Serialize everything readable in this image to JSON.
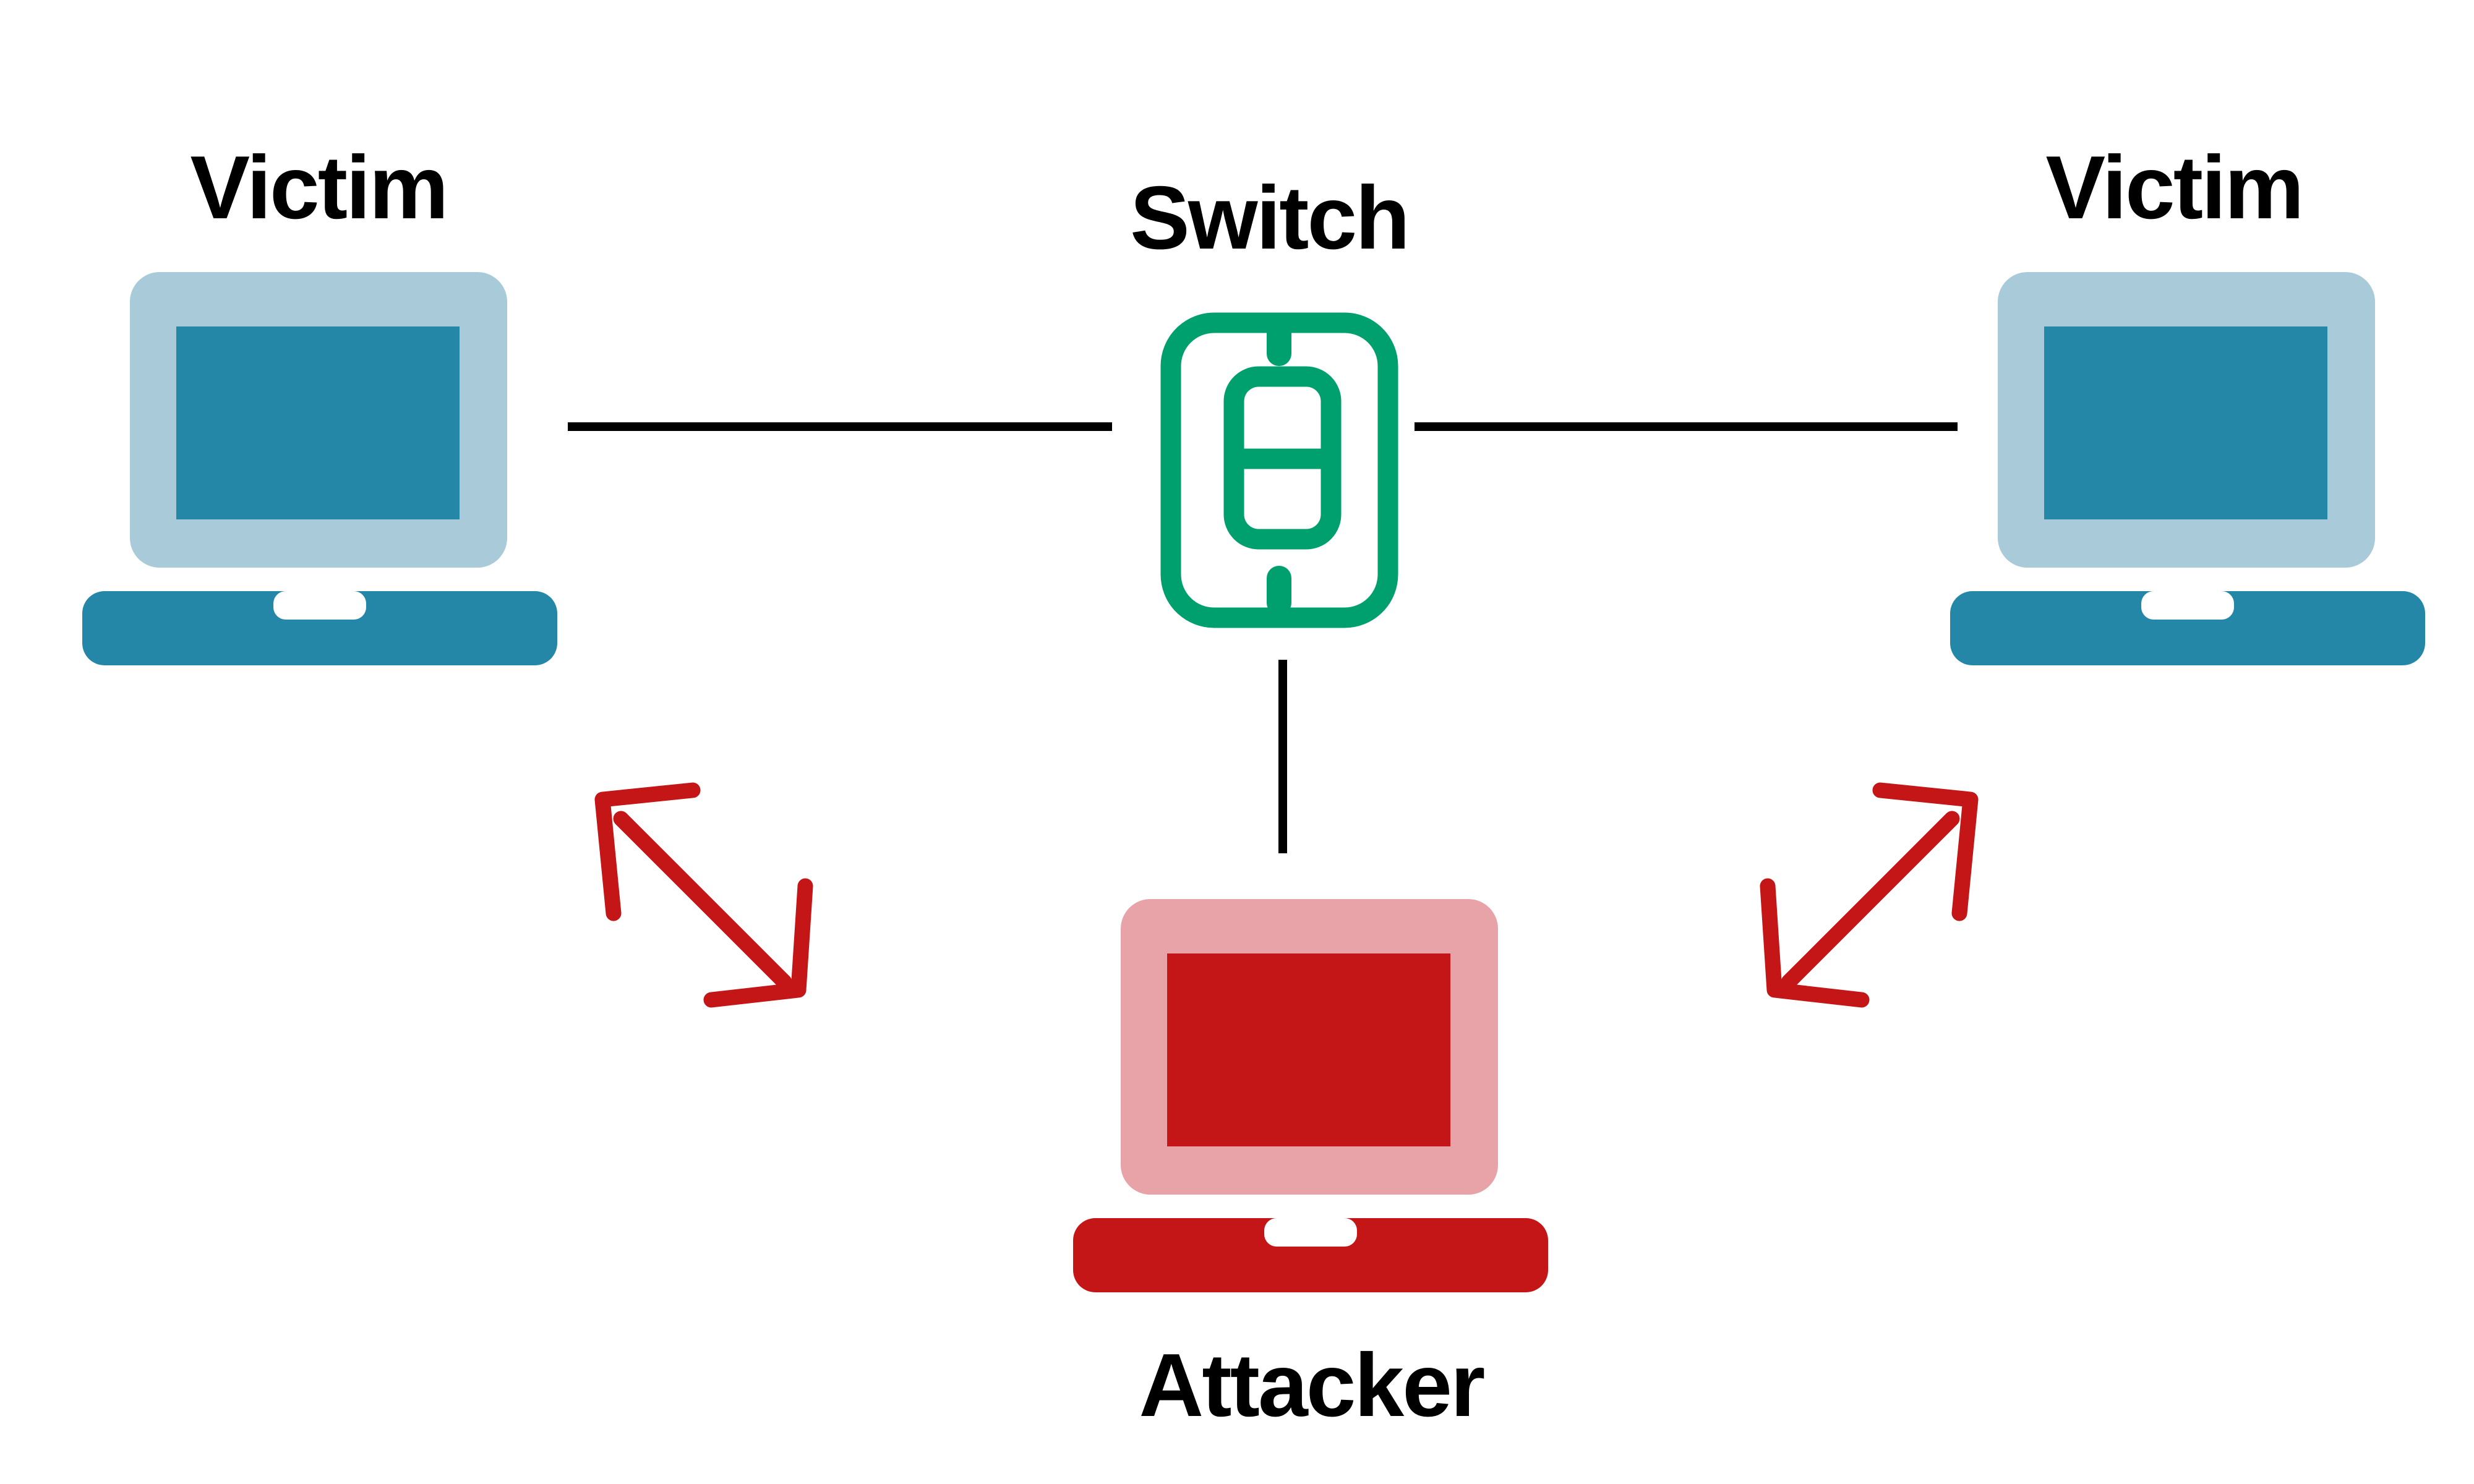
{
  "diagram": {
    "kind": "network-attack-diagram",
    "nodes": [
      {
        "id": "victim-left",
        "label": "Victim",
        "icon": "laptop",
        "role": "victim"
      },
      {
        "id": "switch",
        "label": "Switch",
        "icon": "network-switch",
        "role": "infrastructure"
      },
      {
        "id": "victim-right",
        "label": "Victim",
        "icon": "laptop",
        "role": "victim"
      },
      {
        "id": "attacker",
        "label": "Attacker",
        "icon": "laptop",
        "role": "attacker"
      }
    ],
    "connections": [
      {
        "from": "victim-left",
        "to": "switch",
        "type": "link-line"
      },
      {
        "from": "switch",
        "to": "victim-right",
        "type": "link-line"
      },
      {
        "from": "switch",
        "to": "attacker",
        "type": "link-line"
      },
      {
        "from": "attacker",
        "to": "victim-left",
        "type": "bidirectional-arrow"
      },
      {
        "from": "attacker",
        "to": "victim-right",
        "type": "bidirectional-arrow"
      }
    ]
  },
  "colors": {
    "background": "#ffffff",
    "label_text": "#000000",
    "link_line": "#000000",
    "victim_laptop_body": "#a9cbd9",
    "victim_laptop_screen": "#2587a7",
    "attacker_laptop_body": "#e7a3a7",
    "attacker_laptop_screen": "#c51617",
    "switch_green": "#00a06e",
    "arrow_red": "#c51617"
  }
}
